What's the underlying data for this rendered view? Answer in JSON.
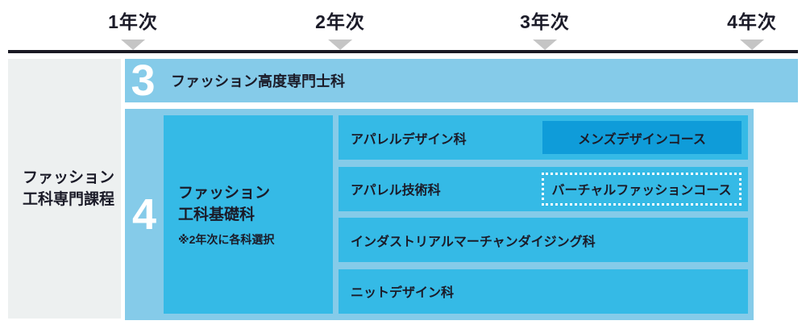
{
  "timeline": {
    "years": [
      {
        "label": "1年次"
      },
      {
        "label": "2年次"
      },
      {
        "label": "3年次"
      },
      {
        "label": "4年次"
      }
    ]
  },
  "category": {
    "line1": "ファッション",
    "line2": "工科専門課程"
  },
  "program3": {
    "number": "3",
    "name": "ファッション高度専門士科"
  },
  "program4": {
    "number": "4",
    "base": {
      "line1": "ファッション",
      "line2": "工科基礎科",
      "note": "※2年次に各科選択"
    },
    "departments": [
      {
        "name": "アパレルデザイン科",
        "course": "メンズデザインコース"
      },
      {
        "name": "アパレル技術科",
        "course": "バーチャルファッションコース"
      },
      {
        "name": "インダストリアルマーチャンダイジング科",
        "course": ""
      },
      {
        "name": "ニットデザイン科",
        "course": ""
      }
    ]
  },
  "colors": {
    "light_blue": "#85CBE9",
    "medium_blue": "#35BAE6",
    "dark_blue": "#0F9CD9",
    "gray_box": "#EDF0F0",
    "triangle_gray": "#C5C5C5",
    "text_dark": "#1B1B28",
    "line_dark": "#1A1A24",
    "white": "#FFFFFF"
  }
}
